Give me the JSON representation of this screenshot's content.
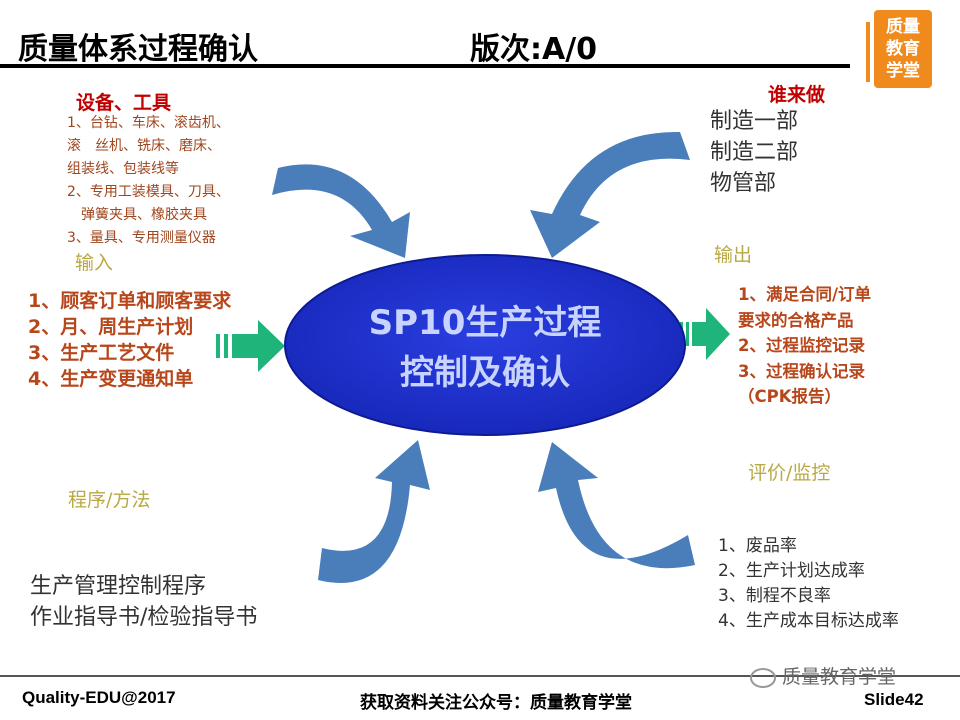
{
  "header": {
    "title": "质量体系过程确认",
    "version": "版次:A/0"
  },
  "logo": {
    "text": "质量教育学堂",
    "lines": [
      "质量",
      "教育",
      "学堂"
    ],
    "color": "#f08a1c"
  },
  "center": {
    "line1": "SP10生产过程",
    "line2": "控制及确认",
    "fill": "#1a2fd0"
  },
  "equipment": {
    "heading": "设备、工具",
    "lines": [
      "1、台钻、车床、滚齿机、",
      "滚　丝机、铣床、磨床、",
      "组装线、包装线等",
      "2、专用工装模具、刀具、",
      "　弹簧夹具、橡胶夹具",
      "3、量具、专用测量仪器"
    ]
  },
  "input": {
    "label": "输入",
    "items": [
      "1、顾客订单和顾客要求",
      "2、月、周生产计划",
      "3、生产工艺文件",
      "4、生产变更通知单"
    ]
  },
  "who": {
    "heading": "谁来做",
    "items": [
      "制造一部",
      "制造二部",
      "物管部"
    ]
  },
  "output": {
    "label": "输出",
    "items": [
      "1、满足合同/订单",
      "要求的合格产品",
      "2、过程监控记录",
      "3、过程确认记录",
      "（CPK报告）"
    ]
  },
  "method": {
    "label": "程序/方法",
    "items": [
      "生产管理控制程序",
      "作业指导书/检验指导书"
    ]
  },
  "evaluation": {
    "label": "评价/监控",
    "items": [
      "1、废品率",
      "2、生产计划达成率",
      "3、制程不良率",
      "4、生产成本目标达成率"
    ]
  },
  "footer": {
    "left": "Quality-EDU@2017",
    "center": "获取资料关注公众号：质量教育学堂",
    "watermark": "质量教育学堂",
    "right": "Slide42"
  },
  "colors": {
    "arrow_blue": "#4a7ebb",
    "arrow_green": "#1fb57a"
  }
}
